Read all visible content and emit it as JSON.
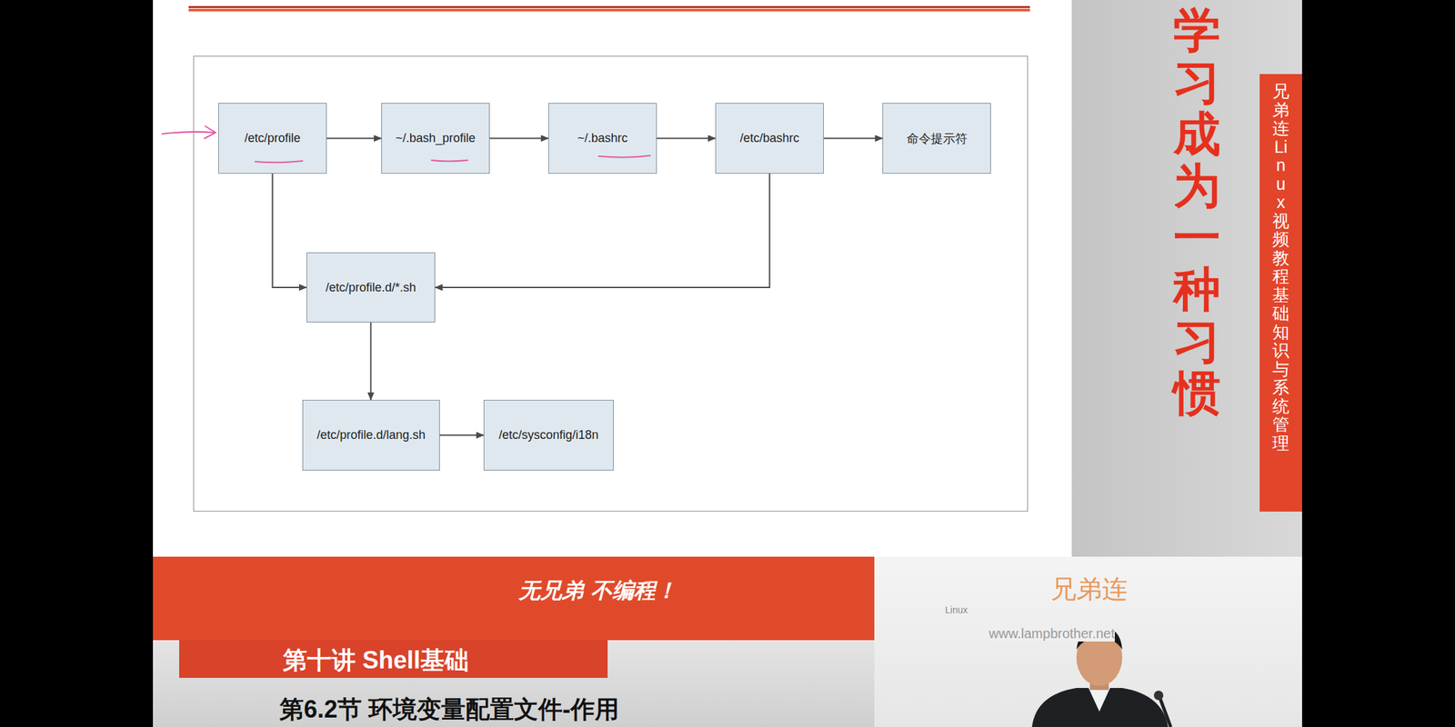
{
  "diagram": {
    "nodes": [
      {
        "text": [
          "/etc/profile"
        ]
      },
      {
        "text": [
          "~/.bash_profile"
        ]
      },
      {
        "text": [
          "~/.bashrc"
        ]
      },
      {
        "text": [
          "/etc/bashrc"
        ]
      },
      {
        "text": [
          "命令提示符"
        ]
      },
      {
        "text": [
          "/etc/profile.d/*.sh"
        ]
      },
      {
        "text": [
          "/etc/profile.d/lang.sh"
        ]
      },
      {
        "text": [
          "/etc/sysconfig/i18n"
        ]
      }
    ],
    "edges": [
      {
        "from": 0,
        "to": 1,
        "arrow": "to"
      },
      {
        "from": 1,
        "to": 2,
        "arrow": "to"
      },
      {
        "from": 2,
        "to": 3,
        "arrow": "to"
      },
      {
        "from": 3,
        "to": 4,
        "arrow": "to"
      },
      {
        "from": 0,
        "to": 5,
        "arrow": "to"
      },
      {
        "from": 3,
        "to": 5,
        "arrow": "to"
      },
      {
        "from": 5,
        "to": 6,
        "arrow": "to"
      },
      {
        "from": 6,
        "to": 7,
        "arrow": "to"
      }
    ],
    "labels": [
      "学习成为一种习惯",
      "兄弟连Linux视频教程 基础知识与系统管理",
      "无兄弟 不编程！",
      "第十讲 Shell基础",
      "第6.2节 环境变量配置文件-作用",
      "兄弟连",
      "Linux",
      "www.lampbrother.net"
    ]
  }
}
